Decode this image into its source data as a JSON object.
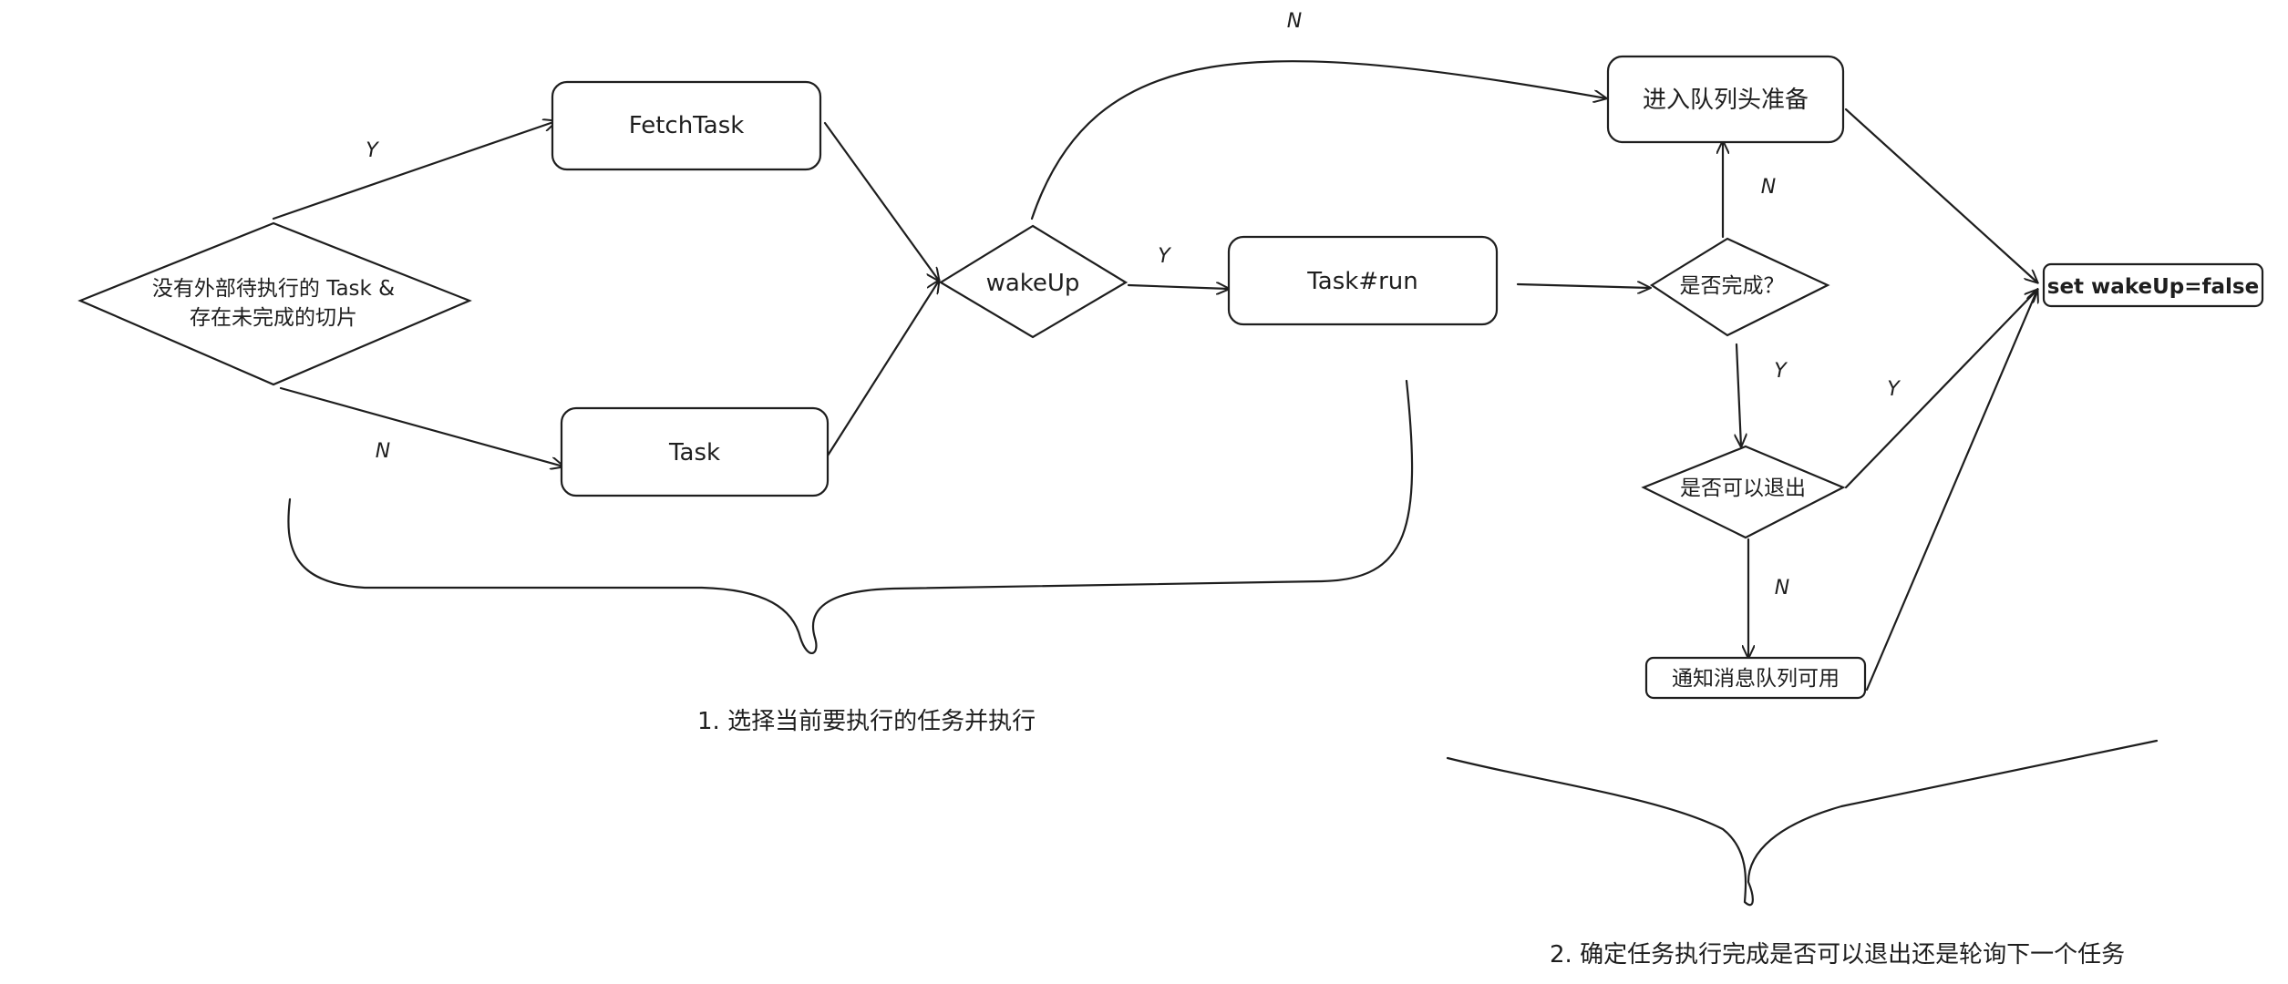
{
  "nodes": {
    "condition_line1": "没有外部待执行的 Task &",
    "condition_line2": "存在未完成的切片",
    "fetch_task": "FetchTask",
    "task": "Task",
    "wake_up": "wakeUp",
    "task_run": "Task#run",
    "enter_queue": "进入队列头准备",
    "is_complete": "是否完成？",
    "can_exit": "是否可以退出",
    "notify_queue": "通知消息队列可用",
    "set_wakeup": "set wakeUp=false"
  },
  "edge_labels": {
    "cond_to_fetch": "Y",
    "cond_to_task": "N",
    "wakeup_to_run": "Y",
    "wakeup_to_queue": "N",
    "complete_to_queue": "N",
    "complete_to_exit": "Y",
    "exit_to_set": "Y",
    "exit_to_notify": "N"
  },
  "captions": {
    "step1": "1. 选择当前要执行的任务并执行",
    "step2": "2. 确定任务执行完成是否可以退出还是轮询下一个任务"
  }
}
